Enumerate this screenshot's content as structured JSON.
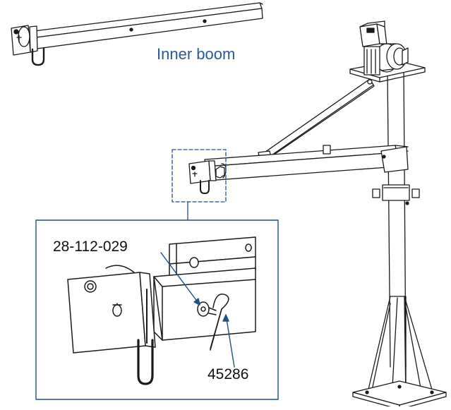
{
  "labels": {
    "inner_boom": "Inner boom",
    "part_pin": "28-112-029",
    "part_clip": "45286"
  },
  "colors": {
    "line": "#1a1a1a",
    "callout": "#1f4f8f",
    "label_accent": "#2a5a9e"
  }
}
